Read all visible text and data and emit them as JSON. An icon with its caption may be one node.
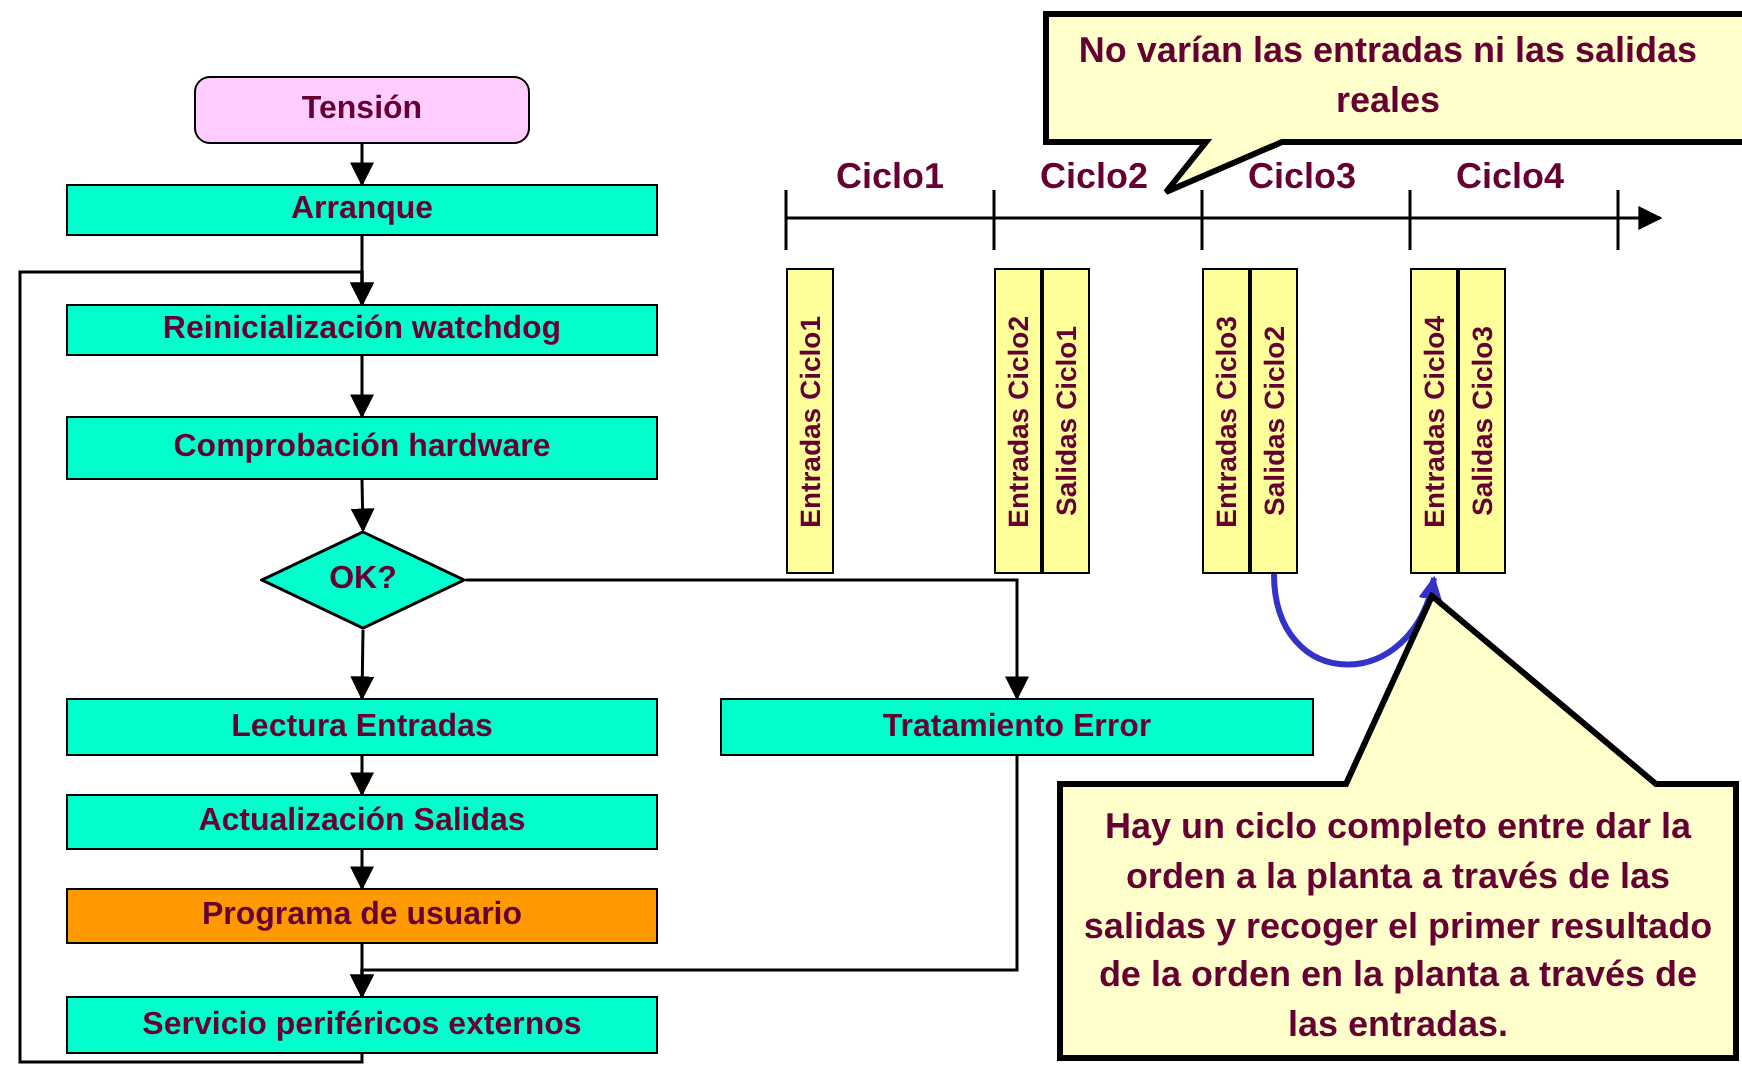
{
  "diagram": {
    "nodes": [
      {
        "text": [
          "Tensión"
        ]
      },
      {
        "text": [
          "Arranque"
        ]
      },
      {
        "text": [
          "Reinicialización watchdog"
        ]
      },
      {
        "text": [
          "Comprobación hardware"
        ]
      },
      {
        "text": [
          "OK?"
        ]
      },
      {
        "text": [
          "Lectura Entradas"
        ]
      },
      {
        "text": [
          "Actualización Salidas"
        ]
      },
      {
        "text": [
          "Programa de usuario"
        ]
      },
      {
        "text": [
          "Servicio periféricos externos"
        ]
      },
      {
        "text": [
          "Tratamiento Error"
        ]
      },
      {
        "text": [
          "Entradas Ciclo1"
        ]
      },
      {
        "text": [
          "Entradas Ciclo2"
        ]
      },
      {
        "text": [
          "Salidas Ciclo1"
        ]
      },
      {
        "text": [
          "Entradas Ciclo3"
        ]
      },
      {
        "text": [
          "Salidas Ciclo2"
        ]
      },
      {
        "text": [
          "Entradas Ciclo4"
        ]
      },
      {
        "text": [
          "Salidas Ciclo3"
        ]
      },
      {
        "text": [
          "No varían las entradas ni las salidas reales"
        ]
      },
      {
        "text": [
          "Hay un ciclo completo entre dar la orden a la planta a través de las salidas y recoger el primer resultado de la orden en la planta a través de las entradas."
        ]
      }
    ],
    "edges": [
      {
        "from": 0,
        "to": 1,
        "arrow": "to"
      },
      {
        "from": 1,
        "to": 2,
        "arrow": "to"
      },
      {
        "from": 2,
        "to": 3,
        "arrow": "to"
      },
      {
        "from": 3,
        "to": 4,
        "arrow": "to"
      },
      {
        "from": 4,
        "to": 5,
        "arrow": "to"
      },
      {
        "from": 4,
        "to": 9,
        "arrow": "to"
      },
      {
        "from": 5,
        "to": 6,
        "arrow": "to"
      },
      {
        "from": 6,
        "to": 7,
        "arrow": "to"
      },
      {
        "from": 7,
        "to": 8,
        "arrow": "to"
      },
      {
        "from": 9,
        "to": 8,
        "arrow": "to"
      },
      {
        "from": 8,
        "to": 2,
        "arrow": "to"
      },
      {
        "from": 14,
        "to": 15,
        "arrow": "to",
        "style": "thick",
        "color": "#3333cc"
      }
    ],
    "labels": [
      "Ciclo1",
      "Ciclo2",
      "Ciclo3",
      "Ciclo4"
    ]
  }
}
